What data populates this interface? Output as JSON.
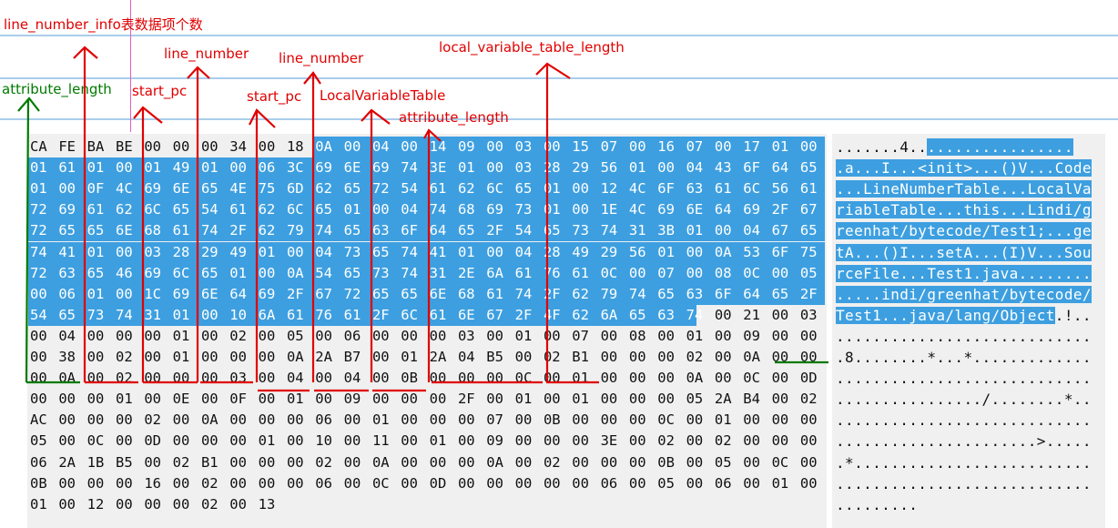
{
  "colors": {
    "selection": "#3d9fe0",
    "annotation_red": "#e00000",
    "annotation_green": "#007a00",
    "row_lines": "#a9cdea"
  },
  "annotations": {
    "line_number_info": "line_number_info表数据项个数",
    "line_number_1": "line_number",
    "line_number_2": "line_number",
    "local_variable_table_length": "local_variable_table_length",
    "attribute_length_1": "attribute_length",
    "start_pc_1": "start_pc",
    "start_pc_2": "start_pc",
    "local_variable_table": "LocalVariableTable",
    "attribute_length_2": "attribute_length"
  },
  "hex_rows": [
    "CA FE BA BE 00 00 00 34 00 18 0A 00 04 00 14 09 00 03 00 15 07 00 16 07 00 17 01 00",
    "01 61 01 00 01 49 01 00 06 3C 69 6E 69 74 3E 01 00 03 28 29 56 01 00 04 43 6F 64 65",
    "01 00 0F 4C 69 6E 65 4E 75 6D 62 65 72 54 61 62 6C 65 01 00 12 4C 6F 63 61 6C 56 61",
    "72 69 61 62 6C 65 54 61 62 6C 65 01 00 04 74 68 69 73 01 00 1E 4C 69 6E 64 69 2F 67",
    "72 65 65 6E 68 61 74 2F 62 79 74 65 63 6F 64 65 2F 54 65 73 74 31 3B 01 00 04 67 65",
    "74 41 01 00 03 28 29 49 01 00 04 73 65 74 41 01 00 04 28 49 29 56 01 00 0A 53 6F 75",
    "72 63 65 46 69 6C 65 01 00 0A 54 65 73 74 31 2E 6A 61 76 61 0C 00 07 00 08 0C 00 05",
    "00 06 01 00 1C 69 6E 64 69 2F 67 72 65 65 6E 68 61 74 2F 62 79 74 65 63 6F 64 65 2F",
    "54 65 73 74 31 01 00 10 6A 61 76 61 2F 6C 61 6E 67 2F 4F 62 6A 65 63 74 00 21 00 03",
    "00 04 00 00 00 01 00 02 00 05 00 06 00 00 00 03 00 01 00 07 00 08 00 01 00 09 00 00",
    "00 38 00 02 00 01 00 00 00 0A 2A B7 00 01 2A 04 B5 00 02 B1 00 00 00 02 00 0A 00 00",
    "00 0A 00 02 00 00 00 03 00 04 00 04 00 0B 00 00 00 0C 00 01 00 00 00 0A 00 0C 00 0D",
    "00 00 00 01 00 0E 00 0F 00 01 00 09 00 00 00 2F 00 01 00 01 00 00 00 05 2A B4 00 02",
    "AC 00 00 00 02 00 0A 00 00 00 06 00 01 00 00 00 07 00 0B 00 00 00 0C 00 01 00 00 00",
    "05 00 0C 00 0D 00 00 00 01 00 10 00 11 00 01 00 09 00 00 00 3E 00 02 00 02 00 00 00",
    "06 2A 1B B5 00 02 B1 00 00 00 02 00 0A 00 00 00 0A 00 02 00 00 00 0B 00 05 00 0C 00",
    "0B 00 00 00 16 00 02 00 00 00 06 00 0C 00 0D 00 00 00 00 00 06 00 05 00 06 00 01 00",
    "01 00 12 00 00 00 02 00 13"
  ],
  "ascii_rows": [
    ".......4..................",
    ".a...I...<init>...()V...Code",
    "...LineNumberTable...LocalVa",
    "riableTable...this...Lindi/g",
    "reenhat/bytecode/Test1;...ge",
    "tA...()I...setA...(I)V...Sou",
    "rceFile...Test1.java........",
    ".....indi/greenhat/bytecode/",
    "Test1...java/lang/Object.!..",
    "............................",
    ".8........*...*.............",
    "............................",
    "................/........*..",
    "............................",
    "......................>.....",
    ".*..........................",
    "............................",
    "........."
  ]
}
